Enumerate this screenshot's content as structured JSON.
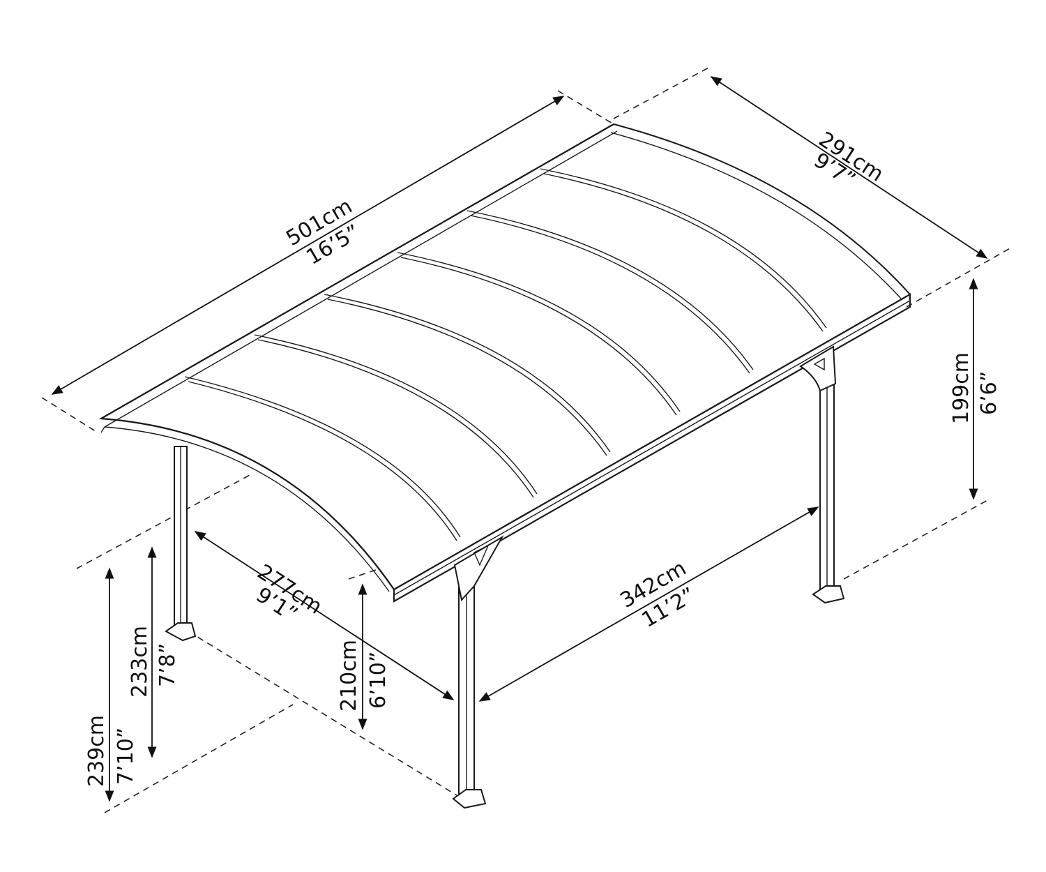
{
  "diagram": {
    "subject": "Carport dimension drawing",
    "colors": {
      "line": "#1a1a1a",
      "background": "#ffffff"
    },
    "dimensions": {
      "length": {
        "metric": "501cm",
        "imperial": "16’5”"
      },
      "width": {
        "metric": "291cm",
        "imperial": "9’7”"
      },
      "rear_height": {
        "metric": "199cm",
        "imperial": "6’6”"
      },
      "post_depth_spacing": {
        "metric": "277cm",
        "imperial": "9’1”"
      },
      "post_length_spacing": {
        "metric": "342cm",
        "imperial": "11’2”"
      },
      "front_clearance": {
        "metric": "210cm",
        "imperial": "6’10”"
      },
      "front_post_height": {
        "metric": "233cm",
        "imperial": "7’8”"
      },
      "max_height": {
        "metric": "239cm",
        "imperial": "7’10”"
      }
    }
  }
}
